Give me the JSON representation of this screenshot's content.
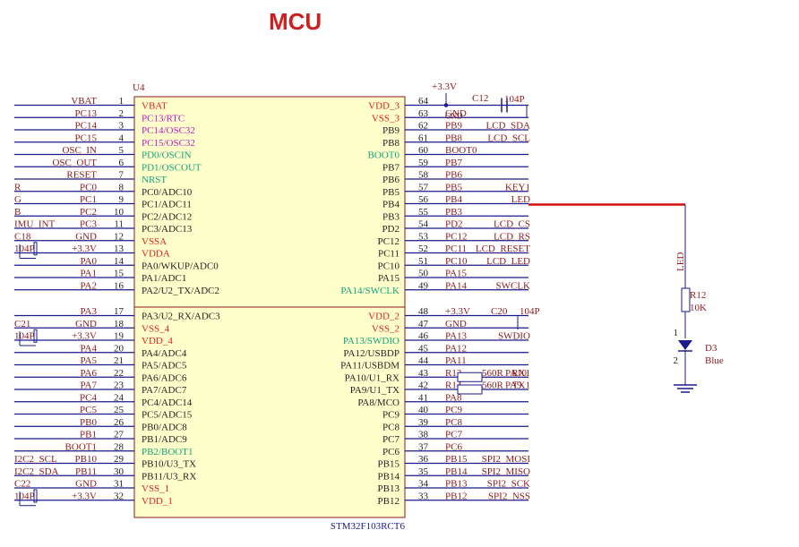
{
  "title": "MCU",
  "chip": {
    "ref": "U4",
    "part": "STM32F103RCT6"
  },
  "colors": {
    "wire": "#1a1a8c",
    "pin": "#1a1a8c",
    "chip_fill": "#ffffcc",
    "chip_border": "#8b1a1a",
    "text": "#8b1a1a",
    "red": "#e02020",
    "magenta": "#c21bc2",
    "green": "#11a37a",
    "led_wire": "#d01010",
    "dark": "#222222",
    "led_fill": "#1a1a8c"
  },
  "left_top": [
    {
      "num": "1",
      "name": "VBAT",
      "net": "VBAT",
      "c": "red"
    },
    {
      "num": "2",
      "name": "PC13/RTC",
      "net": "PC13",
      "c": "magenta"
    },
    {
      "num": "3",
      "name": "PC14/OSC32",
      "net": "PC14",
      "c": "magenta"
    },
    {
      "num": "4",
      "name": "PC15/OSC32",
      "net": "PC15",
      "c": "magenta"
    },
    {
      "num": "5",
      "name": "PD0/OSCIN",
      "net": "OSC_IN",
      "c": "green"
    },
    {
      "num": "6",
      "name": "PD1/OSCOUT",
      "net": "OSC_OUT",
      "c": "green"
    },
    {
      "num": "7",
      "name": "NRST",
      "net": "RESET",
      "c": "green"
    },
    {
      "num": "8",
      "name": "PC0/ADC10",
      "net": "PC0",
      "ext": "R",
      "c": "dark"
    },
    {
      "num": "9",
      "name": "PC1/ADC11",
      "net": "PC1",
      "ext": "G",
      "c": "dark"
    },
    {
      "num": "10",
      "name": "PC2/ADC12",
      "net": "PC2",
      "ext": "B",
      "c": "dark"
    },
    {
      "num": "11",
      "name": "PC3/ADC13",
      "net": "PC3",
      "ext": "IMU_INT",
      "c": "dark"
    },
    {
      "num": "12",
      "name": "VSSA",
      "net": "GND",
      "ext": "C18",
      "c": "red"
    },
    {
      "num": "13",
      "name": "VDDA",
      "net": "+3.3V",
      "ext": "104P",
      "c": "red"
    },
    {
      "num": "14",
      "name": "PA0/WKUP/ADC0",
      "net": "PA0",
      "c": "dark"
    },
    {
      "num": "15",
      "name": "PA1/ADC1",
      "net": "PA1",
      "c": "dark"
    },
    {
      "num": "16",
      "name": "PA2/U2_TX/ADC2",
      "net": "PA2",
      "c": "dark"
    }
  ],
  "left_bottom": [
    {
      "num": "17",
      "name": "PA3/U2_RX/ADC3",
      "net": "PA3",
      "c": "dark"
    },
    {
      "num": "18",
      "name": "VSS_4",
      "net": "GND",
      "ext": "C21",
      "c": "red"
    },
    {
      "num": "19",
      "name": "VDD_4",
      "net": "+3.3V",
      "ext": "104P",
      "c": "red"
    },
    {
      "num": "20",
      "name": "PA4/ADC4",
      "net": "PA4",
      "c": "dark"
    },
    {
      "num": "21",
      "name": "PA5/ADC5",
      "net": "PA5",
      "c": "dark"
    },
    {
      "num": "22",
      "name": "PA6/ADC6",
      "net": "PA6",
      "c": "dark"
    },
    {
      "num": "23",
      "name": "PA7/ADC7",
      "net": "PA7",
      "c": "dark"
    },
    {
      "num": "24",
      "name": "PC4/ADC14",
      "net": "PC4",
      "c": "dark"
    },
    {
      "num": "25",
      "name": "PC5/ADC15",
      "net": "PC5",
      "c": "dark"
    },
    {
      "num": "26",
      "name": "PB0/ADC8",
      "net": "PB0",
      "c": "dark"
    },
    {
      "num": "27",
      "name": "PB1/ADC9",
      "net": "PB1",
      "c": "dark"
    },
    {
      "num": "28",
      "name": "PB2/BOOT1",
      "net": "BOOT1",
      "c": "green"
    },
    {
      "num": "29",
      "name": "PB10/U3_TX",
      "net": "PB10",
      "ext": "I2C2_SCL",
      "c": "dark"
    },
    {
      "num": "30",
      "name": "PB11/U3_RX",
      "net": "PB11",
      "ext": "I2C2_SDA",
      "c": "dark"
    },
    {
      "num": "31",
      "name": "VSS_1",
      "net": "GND",
      "ext": "C22",
      "c": "red"
    },
    {
      "num": "32",
      "name": "VDD_1",
      "net": "+3.3V",
      "ext": "104P",
      "c": "red"
    }
  ],
  "right_top": [
    {
      "num": "64",
      "name": "VDD_3",
      "net": "",
      "c": "red"
    },
    {
      "num": "63",
      "name": "VSS_3",
      "net": "GND",
      "c": "red"
    },
    {
      "num": "62",
      "name": "PB9",
      "net": "PB9",
      "func": "LCD_SDA",
      "c": "dark"
    },
    {
      "num": "61",
      "name": "PB8",
      "net": "PB8",
      "func": "LCD_SCL",
      "c": "dark"
    },
    {
      "num": "60",
      "name": "BOOT0",
      "net": "BOOT0",
      "c": "green"
    },
    {
      "num": "59",
      "name": "PB7",
      "net": "PB7",
      "c": "dark"
    },
    {
      "num": "58",
      "name": "PB6",
      "net": "PB6",
      "c": "dark"
    },
    {
      "num": "57",
      "name": "PB5",
      "net": "PB5",
      "func": "KEY1",
      "c": "dark"
    },
    {
      "num": "56",
      "name": "PB4",
      "net": "PB4",
      "func": "LED",
      "c": "dark"
    },
    {
      "num": "55",
      "name": "PB3",
      "net": "PB3",
      "c": "dark"
    },
    {
      "num": "54",
      "name": "PD2",
      "net": "PD2",
      "func": "LCD_CS",
      "c": "dark"
    },
    {
      "num": "53",
      "name": "PC12",
      "net": "PC12",
      "func": "LCD_RS",
      "c": "dark"
    },
    {
      "num": "52",
      "name": "PC11",
      "net": "PC11",
      "func": "LCD_RESET",
      "c": "dark"
    },
    {
      "num": "51",
      "name": "PC10",
      "net": "PC10",
      "func": "LCD_LED",
      "c": "dark"
    },
    {
      "num": "50",
      "name": "PA15",
      "net": "PA15",
      "c": "dark"
    },
    {
      "num": "49",
      "name": "PA14/SWCLK",
      "net": "PA14",
      "func": "SWCLK",
      "c": "green"
    }
  ],
  "right_bottom": [
    {
      "num": "48",
      "name": "VDD_2",
      "net": "+3.3V",
      "c": "red"
    },
    {
      "num": "47",
      "name": "VSS_2",
      "net": "GND",
      "c": "red"
    },
    {
      "num": "46",
      "name": "PA13/SWDIO",
      "net": "PA13",
      "func": "SWDIO",
      "c": "green"
    },
    {
      "num": "45",
      "name": "PA12/USBDP",
      "net": "PA12",
      "c": "dark"
    },
    {
      "num": "44",
      "name": "PA11/USBDM",
      "net": "PA11",
      "c": "dark"
    },
    {
      "num": "43",
      "name": "PA10/U1_RX",
      "net": "R13",
      "func": "RX1",
      "c": "dark"
    },
    {
      "num": "42",
      "name": "PA9/U1_TX",
      "net": "R14",
      "func": "TX1",
      "c": "dark"
    },
    {
      "num": "41",
      "name": "PA8/MCO",
      "net": "PA8",
      "c": "dark"
    },
    {
      "num": "40",
      "name": "PC9",
      "net": "PC9",
      "c": "dark"
    },
    {
      "num": "39",
      "name": "PC8",
      "net": "PC8",
      "c": "dark"
    },
    {
      "num": "38",
      "name": "PC7",
      "net": "PC7",
      "c": "dark"
    },
    {
      "num": "37",
      "name": "PC6",
      "net": "PC6",
      "c": "dark"
    },
    {
      "num": "36",
      "name": "PB15",
      "net": "PB15",
      "func": "SPI2_MOSI",
      "c": "dark"
    },
    {
      "num": "35",
      "name": "PB14",
      "net": "PB14",
      "func": "SPI2_MISO",
      "c": "dark"
    },
    {
      "num": "34",
      "name": "PB13",
      "net": "PB13",
      "func": "SPI2_SCK",
      "c": "dark"
    },
    {
      "num": "33",
      "name": "PB12",
      "net": "PB12",
      "func": "SPI2_NSS",
      "c": "dark"
    }
  ],
  "caps": {
    "c12": {
      "ref": "C12",
      "val": "104P",
      "supply": "+3.3V",
      "gnd": "GND"
    },
    "c20": {
      "ref": "C20",
      "val": "104P"
    }
  },
  "resistors": {
    "r13": {
      "ref": "R13",
      "val": "560R",
      "net": "PA10"
    },
    "r14": {
      "ref": "R14",
      "val": "560R",
      "net": "PA9"
    },
    "r12": {
      "ref": "R12",
      "val": "10K"
    }
  },
  "led": {
    "net": "LED",
    "ref": "D3",
    "color": "Blue",
    "pin1": "1",
    "pin2": "2"
  }
}
